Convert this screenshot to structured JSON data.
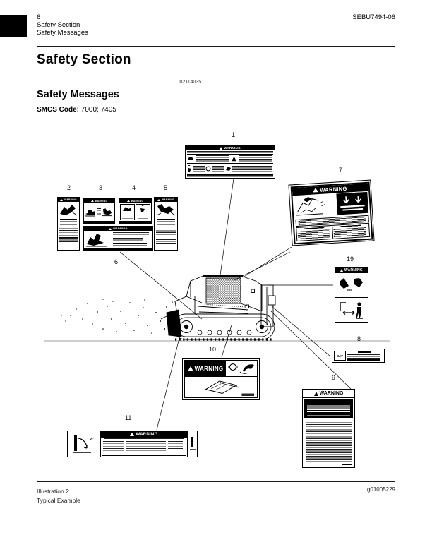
{
  "page": {
    "background": "#ffffff",
    "ink": "#000000"
  },
  "header": {
    "page_number": "6",
    "section_line1": "Safety Section",
    "section_line2": "Safety Messages",
    "doc_code": "SEBU7494-06"
  },
  "content": {
    "section_title": "Safety Section",
    "media_number": "i02114035",
    "topic_heading": "Safety Messages",
    "smcs_label": "SMCS Code:",
    "smcs_value": "7000; 7405"
  },
  "figure": {
    "callouts": [
      "1",
      "2",
      "3",
      "4",
      "5",
      "6",
      "7",
      "8",
      "9",
      "10",
      "11",
      "19"
    ],
    "warning_word": "WARNING",
    "cat_logo": "CAT",
    "caption": "Illustration 2",
    "graphic_id": "g01005229",
    "note": "Typical Example"
  }
}
